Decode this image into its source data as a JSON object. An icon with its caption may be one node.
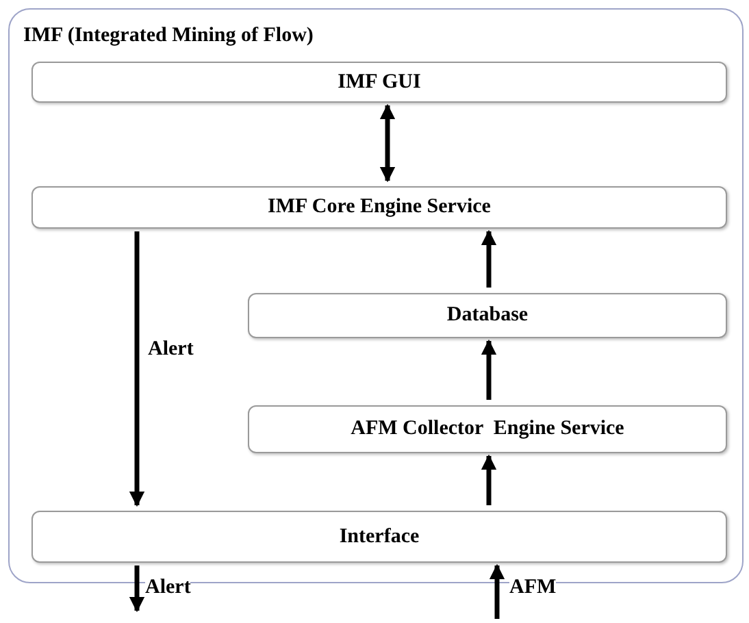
{
  "diagram": {
    "nodes": [
      {
        "text": [
          "IMF (Integrated Mining of Flow)"
        ]
      },
      {
        "text": [
          "IMF GUI"
        ],
        "in": 0
      },
      {
        "text": [
          "IMF Core Engine Service"
        ],
        "in": 0
      },
      {
        "text": [
          "Database"
        ],
        "in": 0
      },
      {
        "text": [
          "AFM Collector  Engine Service"
        ],
        "in": 0
      },
      {
        "text": [
          "Interface"
        ],
        "in": 0
      }
    ],
    "edges": [
      {
        "from": 1,
        "to": 2,
        "arrow": "both"
      },
      {
        "from": 3,
        "to": 2,
        "arrow": "to"
      },
      {
        "from": 4,
        "to": 3,
        "arrow": "to"
      },
      {
        "from": 5,
        "to": 4,
        "arrow": "to"
      },
      {
        "from": 2,
        "to": 5,
        "arrow": "to",
        "label": "Alert"
      },
      {
        "from": 5,
        "to": null,
        "arrow": "to",
        "label": "Alert"
      },
      {
        "from": null,
        "to": 5,
        "arrow": "to",
        "label": "AFM"
      }
    ]
  }
}
